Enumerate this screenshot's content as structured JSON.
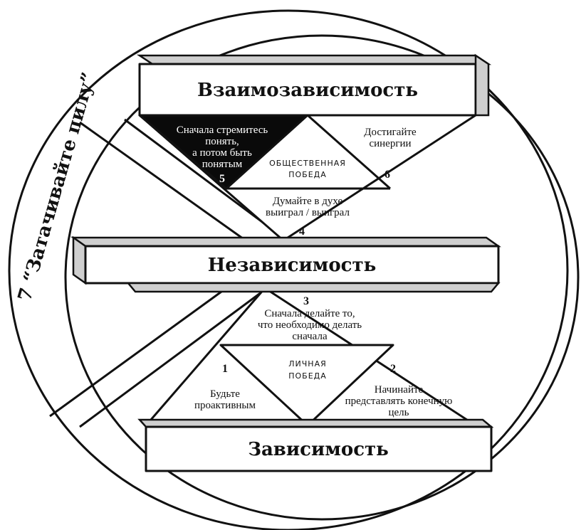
{
  "levels": {
    "top": "Взаимозависимость",
    "middle": "Независимость",
    "bottom": "Зависимость"
  },
  "side_label": "7 “Затачивайте пилу”",
  "victories": {
    "public": [
      "ОБЩЕСТВЕННАЯ",
      "ПОБЕДА"
    ],
    "personal": [
      "ЛИЧНАЯ",
      "ПОБЕДА"
    ]
  },
  "habits": [
    {
      "number": "1",
      "lines": [
        "Будьте",
        "проактивным"
      ]
    },
    {
      "number": "2",
      "lines": [
        "Начинайте",
        "представлять конечную",
        "цель"
      ]
    },
    {
      "number": "3",
      "lines": [
        "Сначала делайте то,",
        "что необходимо делать",
        "сначала"
      ]
    },
    {
      "number": "4",
      "lines": [
        "Думайте в духе",
        "выиграл / выиграл"
      ]
    },
    {
      "number": "5",
      "lines": [
        "Сначала стремитесь",
        "понять,",
        "а потом быть",
        "понятым"
      ]
    },
    {
      "number": "6",
      "lines": [
        "Достигайте",
        "синергии"
      ]
    }
  ]
}
